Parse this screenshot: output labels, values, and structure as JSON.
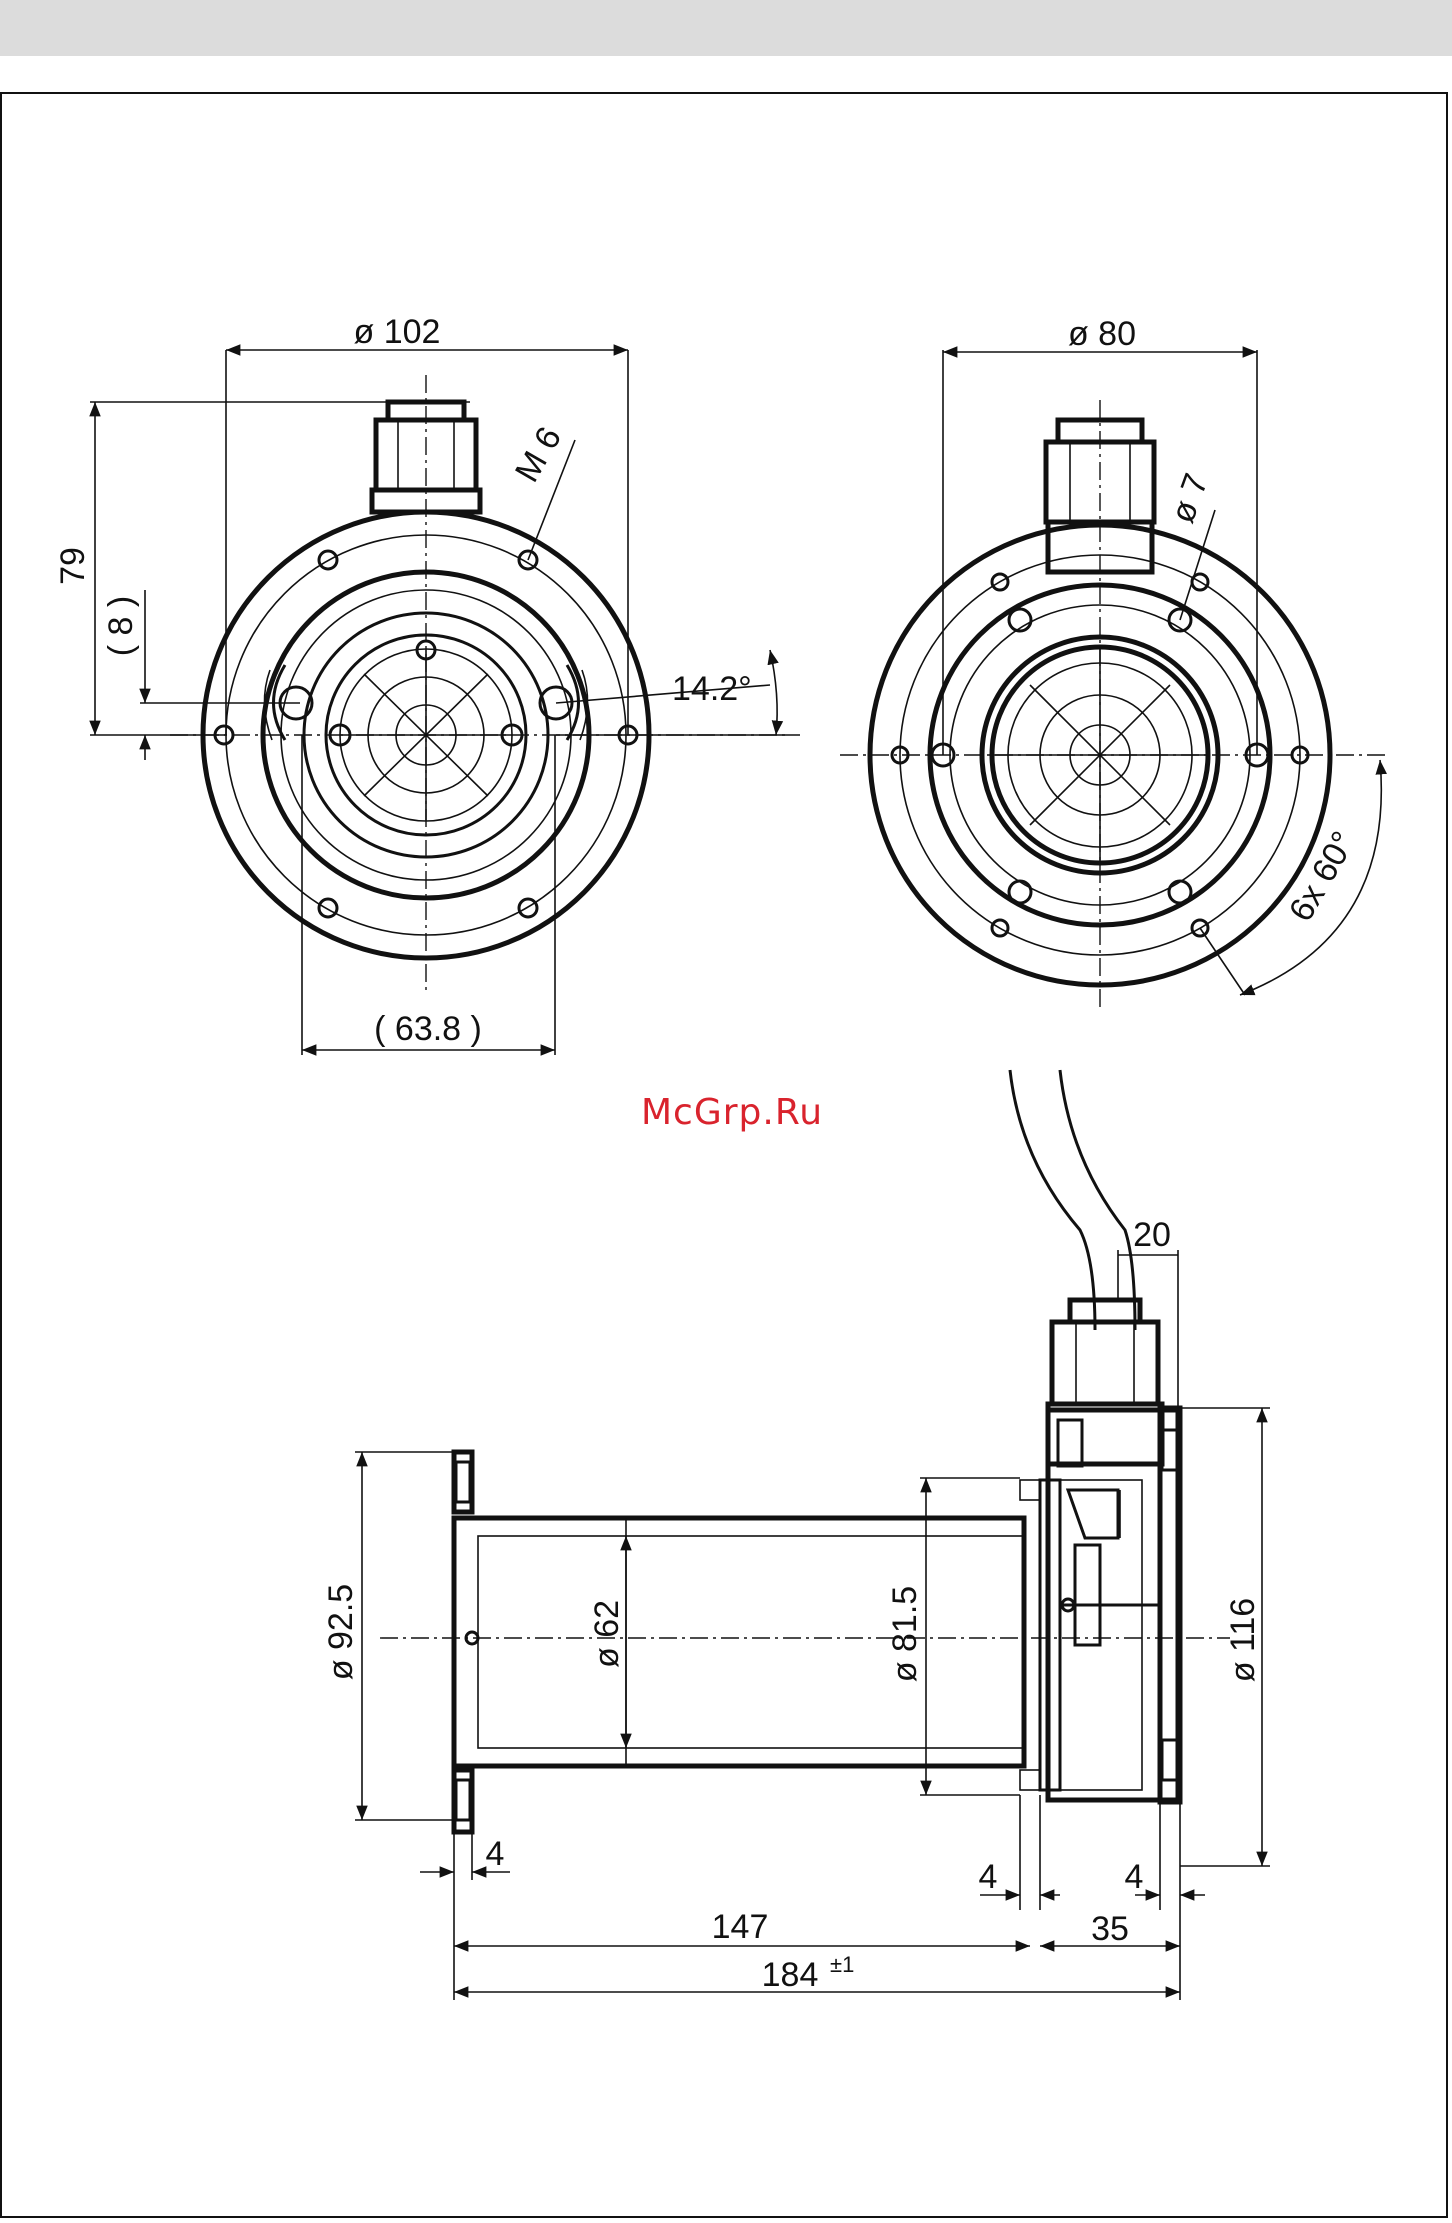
{
  "watermark": "McGrp.Ru",
  "front_view_left": {
    "dim_diameter": "ø 102",
    "dim_height": "79",
    "dim_offset": "( 8 )",
    "dim_thread": "M 6",
    "dim_angle": "14.2°",
    "dim_hole_spacing": "( 63.8 )"
  },
  "front_view_right": {
    "dim_diameter": "ø 80",
    "dim_hole": "ø 7",
    "dim_angle": "6x 60°"
  },
  "side_view": {
    "dim_top": "20",
    "dim_flange": "ø 92.5",
    "dim_inner": "ø 62",
    "dim_tube": "ø 81.5",
    "dim_housing": "ø 116",
    "dim_left_thickness": "4",
    "dim_mid_thickness": "4",
    "dim_right_thickness": "4",
    "dim_length_main": "147",
    "dim_length_housing": "35",
    "dim_total": "184",
    "dim_tolerance": "±1"
  }
}
